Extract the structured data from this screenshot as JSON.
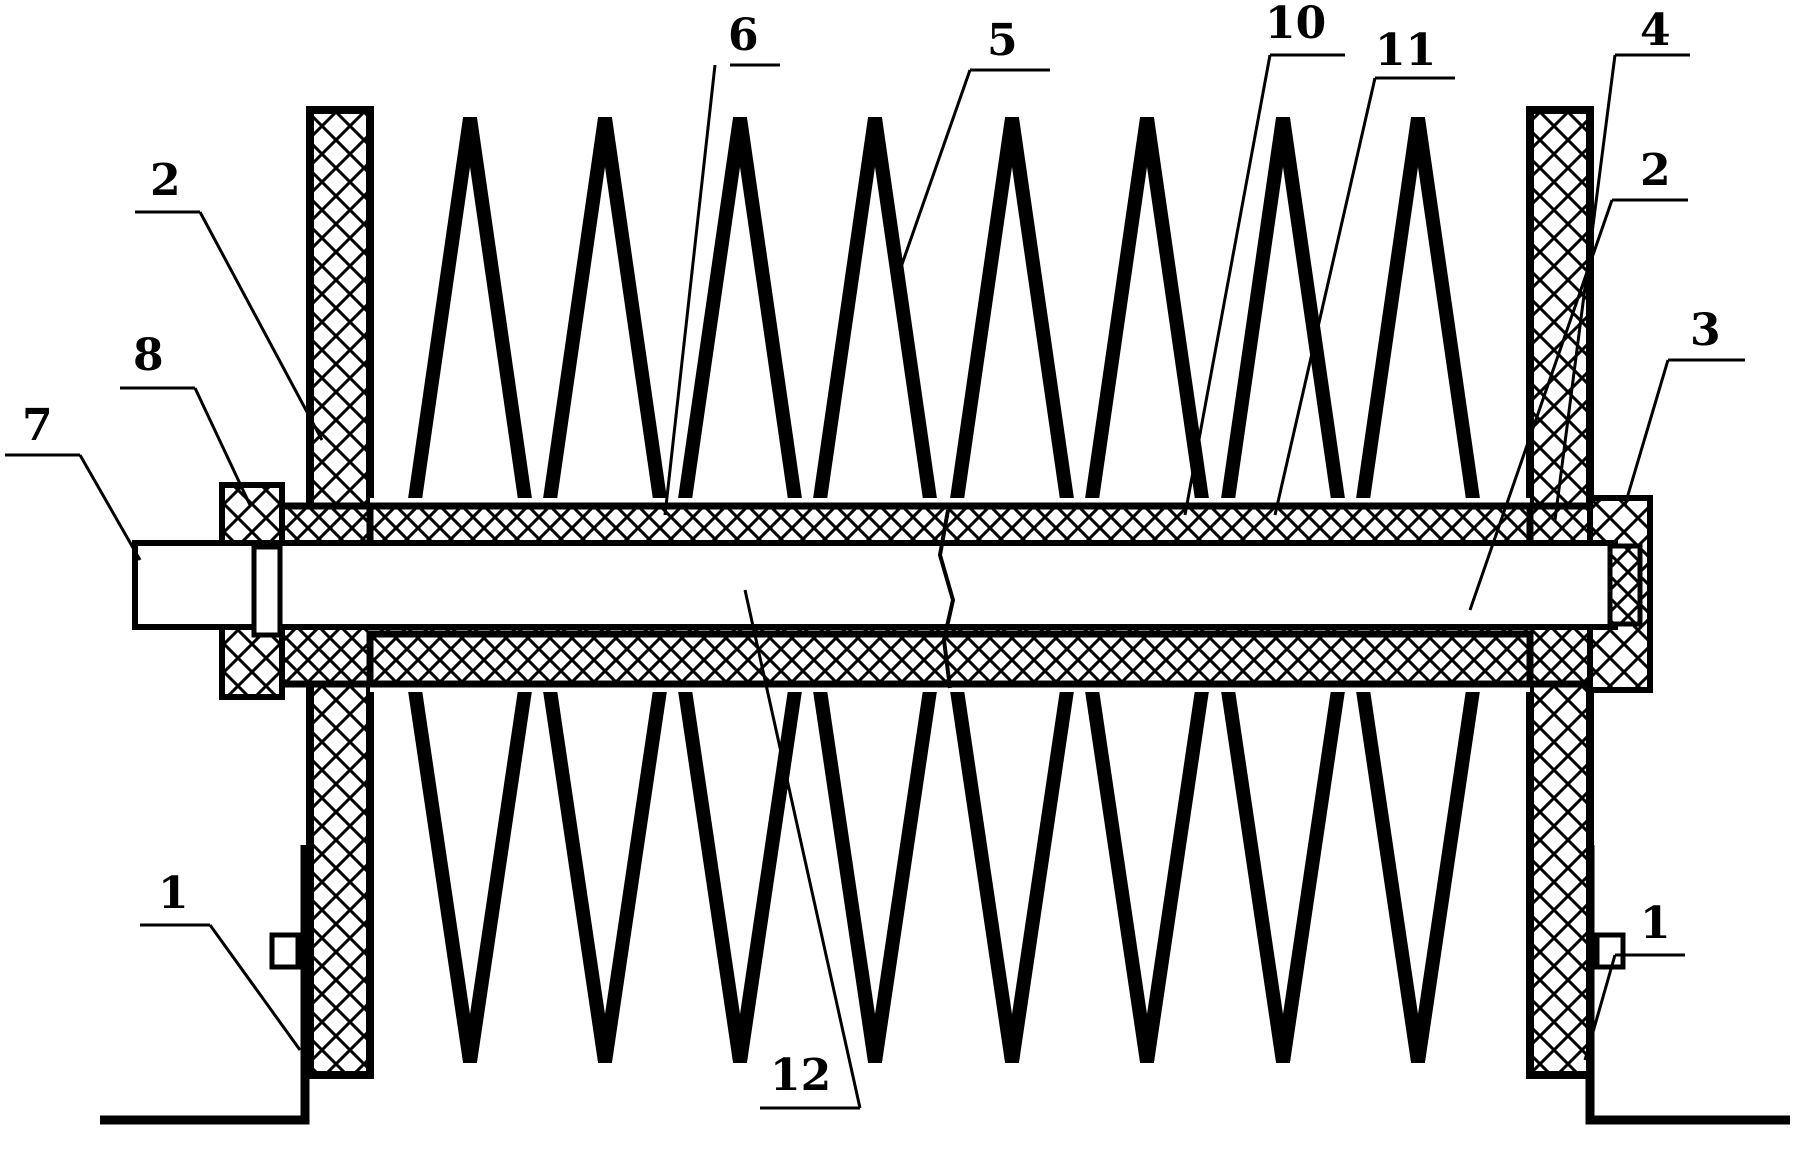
{
  "labels": {
    "l1a": "1",
    "l1b": "1",
    "l2a": "2",
    "l2b": "2",
    "l3": "3",
    "l4": "4",
    "l5": "5",
    "l6": "6",
    "l7": "7",
    "l8": "8",
    "l10": "10",
    "l11": "11",
    "l12": "12"
  }
}
